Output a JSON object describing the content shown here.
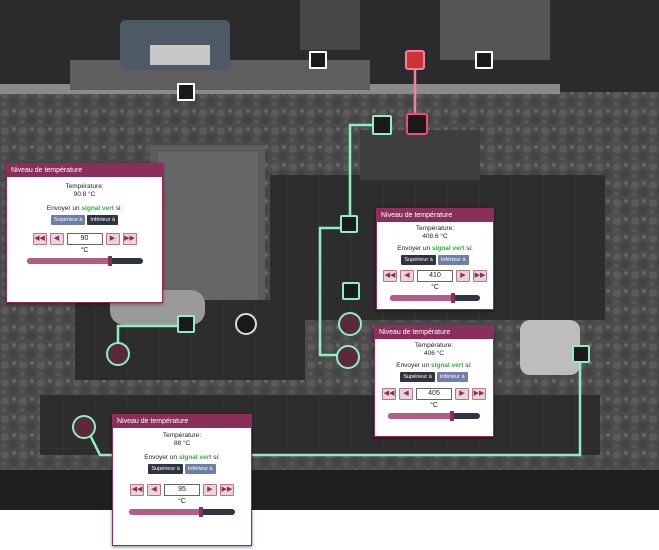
{
  "colors": {
    "panel_header": "#8a2f5a",
    "signal_green": "#39a83c",
    "wire_green": "#8ff0bf",
    "wire_red": "#ff7aa5",
    "background": "#3a3a3a"
  },
  "icons": [
    "sensor-icon",
    "decrease-large-icon",
    "decrease-icon",
    "increase-icon",
    "increase-large-icon"
  ],
  "panels": [
    {
      "title": "Niveau de température",
      "temp_label": "Température:",
      "temp_value": "90.8 °C",
      "send_prefix": "Envoyer un",
      "signal": "signal vert",
      "send_suffix": "si:",
      "above_label": "Supérieur à",
      "below_label": "Inférieur à",
      "active_mode": "above",
      "threshold": "90",
      "unit": "°C",
      "slider_level": 0.72
    },
    {
      "title": "Niveau de température",
      "temp_label": "Température:",
      "temp_value": "408.6 °C",
      "send_prefix": "Envoyer un",
      "signal": "signal vert",
      "send_suffix": "si:",
      "above_label": "Supérieur à",
      "below_label": "Inférieur à",
      "active_mode": "below",
      "threshold": "410",
      "unit": "°C",
      "slider_level": 0.7
    },
    {
      "title": "Niveau de température",
      "temp_label": "Température:",
      "temp_value": "406 °C",
      "send_prefix": "Envoyer un",
      "signal": "signal vert",
      "send_suffix": "si:",
      "above_label": "Supérieur à",
      "below_label": "Inférieur à",
      "active_mode": "below",
      "threshold": "405",
      "unit": "°C",
      "slider_level": 0.7
    },
    {
      "title": "Niveau de température",
      "temp_label": "Température:",
      "temp_value": "88 °C",
      "send_prefix": "Envoyer un",
      "signal": "signal vert",
      "send_suffix": "si:",
      "above_label": "Supérieur à",
      "below_label": "Inférieur à",
      "active_mode": "above",
      "threshold": "95",
      "unit": "°C",
      "slider_level": 0.68
    }
  ]
}
